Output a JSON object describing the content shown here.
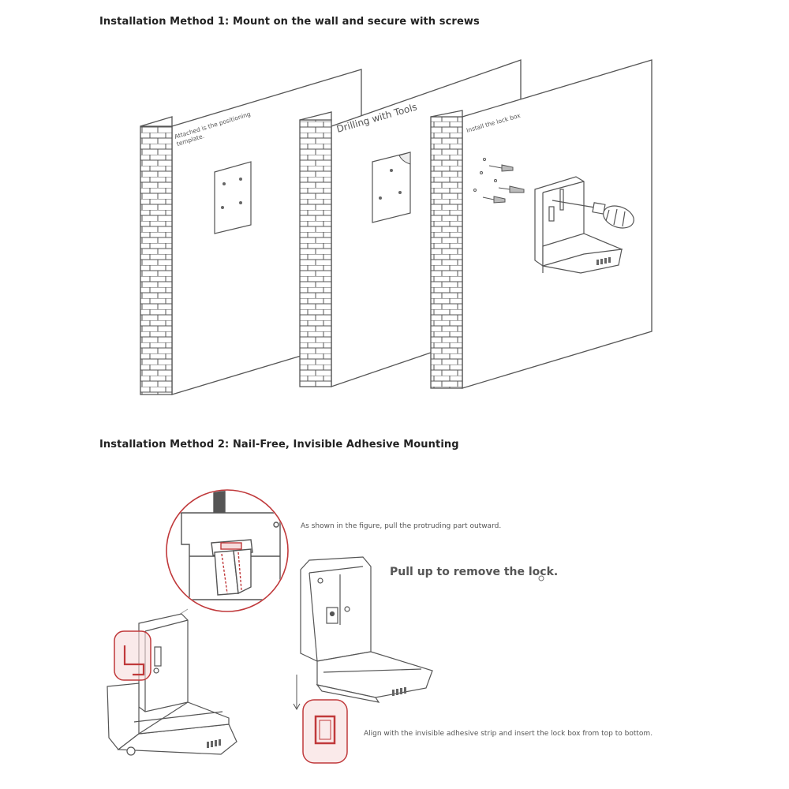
{
  "method1": {
    "heading": "Installation Method 1: Mount on the wall and secure with screws",
    "steps": [
      {
        "label_lines": [
          "Attached is the positioning",
          "template."
        ]
      },
      {
        "label_lines": [
          "Drilling with Tools"
        ]
      },
      {
        "label_lines": [
          "Install the lock box"
        ]
      }
    ]
  },
  "method2": {
    "heading": "Installation Method 2: Nail-Free, Invisible Adhesive Mounting",
    "note_pull_outward": "As shown in the figure, pull the protruding part outward.",
    "note_pull_up": "Pull up to remove the lock.",
    "note_align": "Align with the invisible adhesive strip and insert the lock box from top to bottom."
  },
  "colors": {
    "line": "#555555",
    "accent": "#c0393b",
    "accent_fill": "#f6dcdc"
  }
}
